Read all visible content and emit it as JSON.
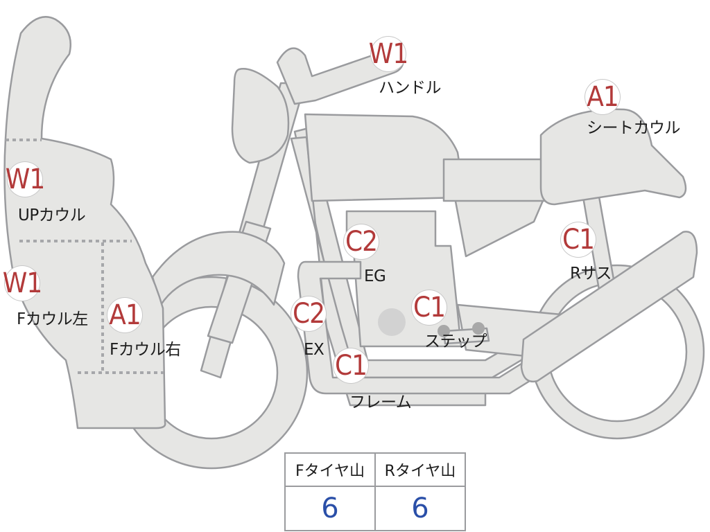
{
  "diagram": {
    "parts": [
      {
        "id": "handle",
        "code": "W1",
        "name": "ハンドル"
      },
      {
        "id": "seat-cowl",
        "code": "A1",
        "name": "シートカウル"
      },
      {
        "id": "up-cowl",
        "code": "W1",
        "name": "UPカウル"
      },
      {
        "id": "engine",
        "code": "C2",
        "name": "EG"
      },
      {
        "id": "rear-suspension",
        "code": "C1",
        "name": "Rサス"
      },
      {
        "id": "f-cowl-left",
        "code": "W1",
        "name": "Fカウル左"
      },
      {
        "id": "f-cowl-right",
        "code": "A1",
        "name": "Fカウル右"
      },
      {
        "id": "exhaust",
        "code": "C2",
        "name": "EX"
      },
      {
        "id": "step",
        "code": "C1",
        "name": "ステップ"
      },
      {
        "id": "frame",
        "code": "C1",
        "name": "フレーム"
      }
    ]
  },
  "tire_table": {
    "headers": [
      "Fタイヤ山",
      "Rタイヤ山"
    ],
    "values": [
      "6",
      "6"
    ]
  },
  "colors": {
    "grade_code": "#b23a3a",
    "tire_value": "#2a4fa8",
    "bike_fill": "#e6e6e4",
    "bike_outline": "#9a9b9e"
  }
}
